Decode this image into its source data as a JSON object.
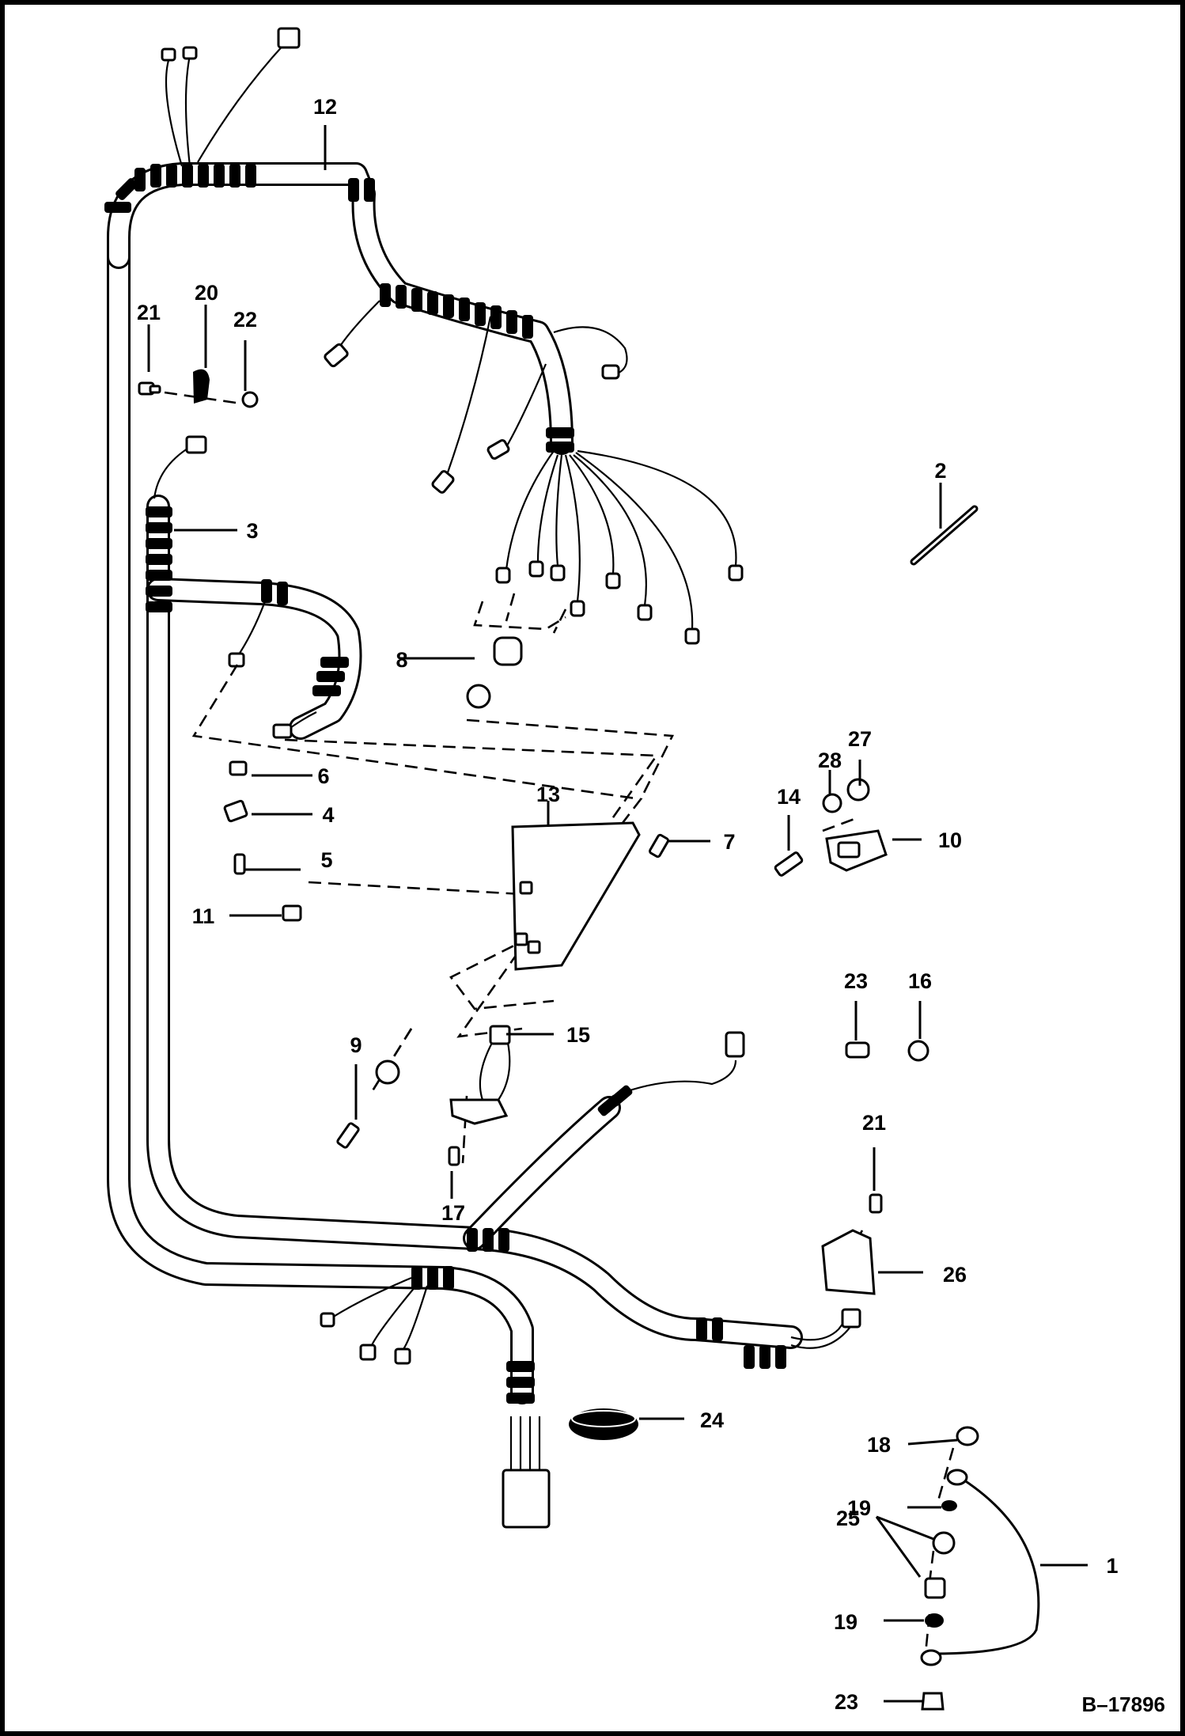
{
  "diagram": {
    "reference": "B–17896",
    "callouts": [
      "1",
      "2",
      "3",
      "4",
      "5",
      "6",
      "7",
      "8",
      "9",
      "10",
      "11",
      "12",
      "13",
      "14",
      "15",
      "16",
      "17",
      "18",
      "19",
      "19",
      "20",
      "21",
      "21",
      "22",
      "23",
      "23",
      "24",
      "25",
      "26",
      "27",
      "28"
    ]
  }
}
